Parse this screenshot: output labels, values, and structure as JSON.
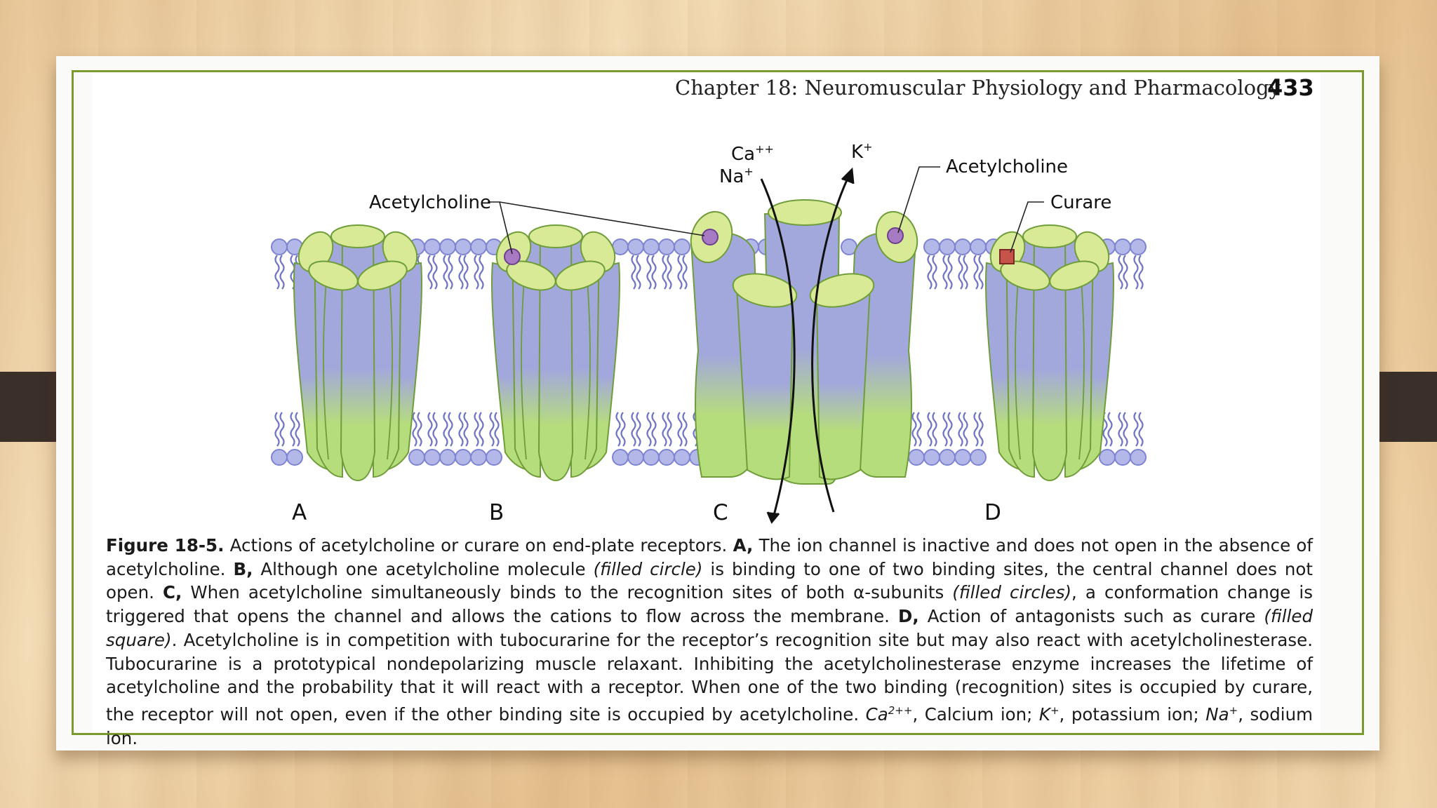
{
  "header": {
    "chapter_title": "Chapter 18: Neuromuscular Physiology and Pharmacology",
    "page_number": "433"
  },
  "figure": {
    "labels": {
      "acetylcholine_left": "Acetylcholine",
      "acetylcholine_right": "Acetylcholine",
      "curare": "Curare",
      "ca": "Ca",
      "ca_sup": "++",
      "na": "Na",
      "na_sup": "+",
      "k": "K",
      "k_sup": "+"
    },
    "panels": [
      "A",
      "B",
      "C",
      "D"
    ],
    "colors": {
      "subunit_top": "#a3a8dc",
      "subunit_bottom": "#b6dd7c",
      "cap": "#d8ea95",
      "lipid_head": "#b3b8e8",
      "acetylcholine": "#a77bc4",
      "curare": "#c6544a",
      "frame": "#7a9a2e"
    }
  },
  "caption": {
    "fig_label": "Figure 18-5.",
    "part1": " Actions of acetylcholine or curare on end-plate receptors. ",
    "a_label": "A,",
    "part2": " The ion channel is inactive and does not open in the absence of acetylcholine. ",
    "b_label": "B,",
    "part3": " Although one acetylcholine molecule ",
    "filled_circle": "(filled circle)",
    "part4": " is binding to one of two binding sites, the central channel does not open. ",
    "c_label": "C,",
    "part5": " When acetylcholine simultaneously binds to the recognition sites of both α-subunits ",
    "filled_circles": "(filled circles)",
    "part6": ", a conformation change is triggered that opens the channel and allows the cations to flow across the membrane. ",
    "d_label": "D,",
    "part7": " Action of antagonists such as curare ",
    "filled_square": "(filled square)",
    "part8": ". Acetylcholine is in competition with tubocurarine for the receptor’s recognition site but may also react with acetylcholinesterase. Tubocurarine is a prototypical nondepolarizing muscle relaxant. Inhibiting the acetylcholinesterase enzyme increases the lifetime of acetylcholine and the probability that it will react with a receptor. When one of the two binding (recognition) sites is occupied by curare, the receptor will not open, even if the other binding site is occupied by acetylcholine. ",
    "ca_abbr": "Ca",
    "ca_abbr_sup": "2++",
    "ca_def": ", Calcium ion; ",
    "k_abbr": "K",
    "k_abbr_sup": "+",
    "k_def": ", potassium ion; ",
    "na_abbr": "Na",
    "na_abbr_sup": "+",
    "na_def": ", sodium ion."
  }
}
